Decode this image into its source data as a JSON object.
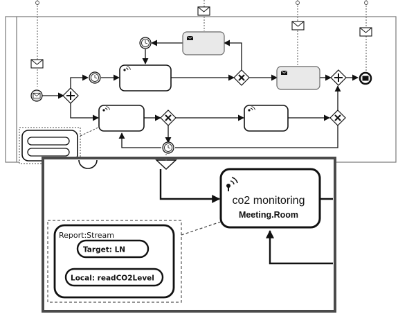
{
  "zoom_task": {
    "name": "co2 monitoring",
    "location": "Meeting.Room"
  },
  "annotation": {
    "title": "Report:Stream",
    "target_label": "Target: LN",
    "local_label": "Local: readCO2Level"
  },
  "colors": {
    "stroke": "#111111",
    "task_fill": "#ffffff",
    "send_task_fill": "#e9e9e9",
    "zoom_border": "#4a4a4a",
    "annotation_border": "#555555",
    "background": "#ffffff"
  }
}
